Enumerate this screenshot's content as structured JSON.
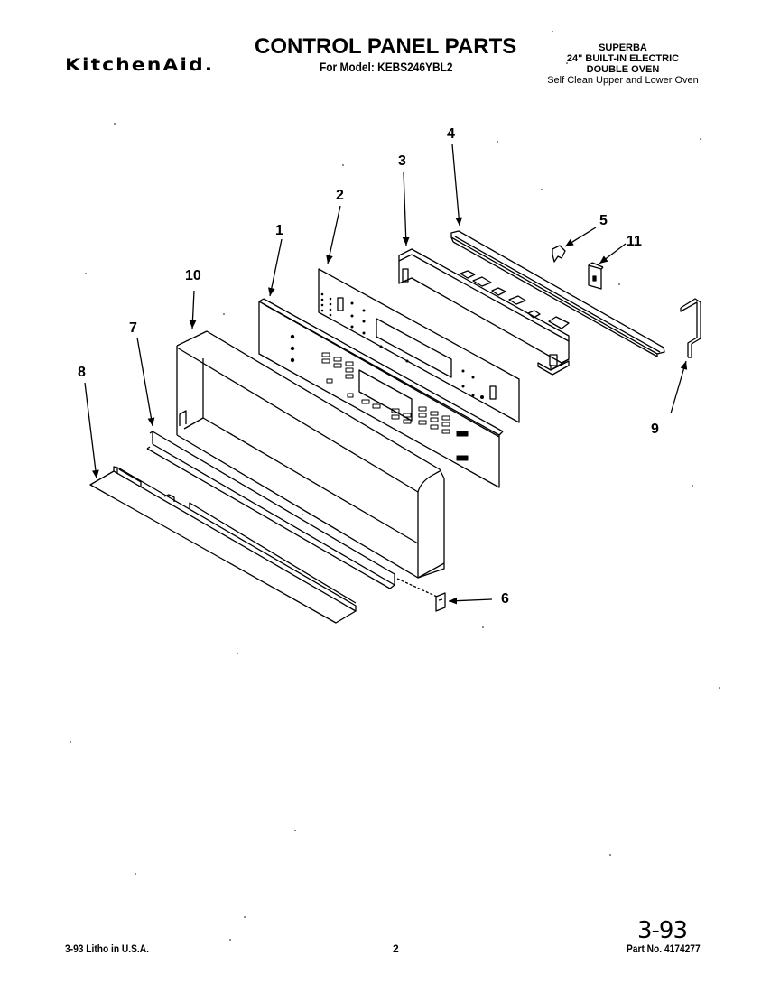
{
  "header": {
    "brand": "KitchenAid.",
    "title": "CONTROL PANEL PARTS",
    "model_label": "For Model: KEBS246YBL2",
    "specs": [
      "SUPERBA",
      "24\" BUILT-IN ELECTRIC",
      "DOUBLE OVEN",
      "Self Clean Upper and Lower Oven"
    ]
  },
  "diagram": {
    "callouts": [
      {
        "id": "1",
        "label": "1"
      },
      {
        "id": "2",
        "label": "2"
      },
      {
        "id": "3",
        "label": "3"
      },
      {
        "id": "4",
        "label": "4"
      },
      {
        "id": "5",
        "label": "5"
      },
      {
        "id": "6",
        "label": "6"
      },
      {
        "id": "7",
        "label": "7"
      },
      {
        "id": "8",
        "label": "8"
      },
      {
        "id": "9",
        "label": "9"
      },
      {
        "id": "10",
        "label": "10"
      },
      {
        "id": "11",
        "label": "11"
      }
    ],
    "line_color": "#000000",
    "background": "#ffffff"
  },
  "footer": {
    "litho": "3-93 Litho in U.S.A.",
    "page_number": "2",
    "handwritten_date": "3-93",
    "part_number": "Part No. 4174277"
  }
}
